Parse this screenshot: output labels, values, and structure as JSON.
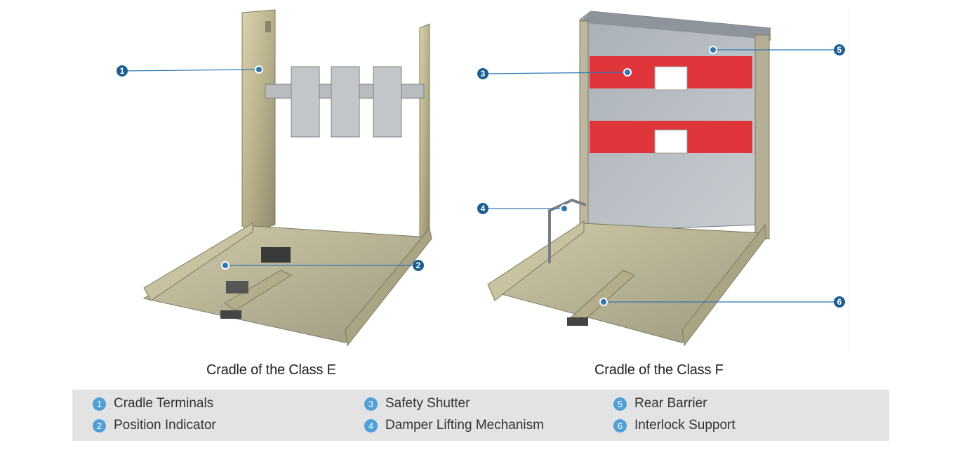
{
  "colors": {
    "callout_badge": "#1b5e93",
    "callout_line": "#2f77b3",
    "legend_badge": "#4fa0d6",
    "legend_background": "#e3e3e3",
    "shutter_red": "#e0353a"
  },
  "callouts": [
    {
      "num": "1"
    },
    {
      "num": "2"
    },
    {
      "num": "3"
    },
    {
      "num": "4"
    },
    {
      "num": "5"
    },
    {
      "num": "6"
    }
  ],
  "captions": {
    "class_e": "Cradle of the Class E",
    "class_f": "Cradle of the Class F"
  },
  "legend": [
    {
      "num": "1",
      "label": "Cradle Terminals"
    },
    {
      "num": "2",
      "label": "Position Indicator"
    },
    {
      "num": "3",
      "label": "Safety Shutter"
    },
    {
      "num": "4",
      "label": "Damper Lifting Mechanism"
    },
    {
      "num": "5",
      "label": "Rear Barrier"
    },
    {
      "num": "6",
      "label": "Interlock Support"
    }
  ]
}
